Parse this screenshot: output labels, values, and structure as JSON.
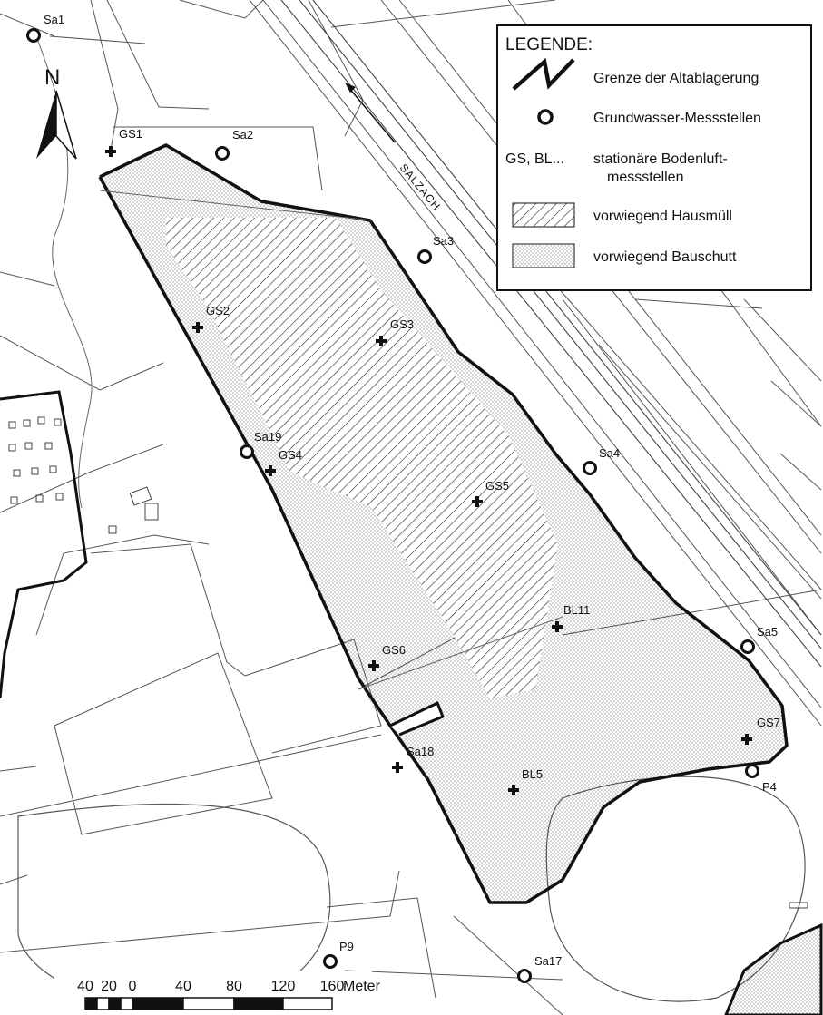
{
  "legend": {
    "title": "LEGENDE:",
    "items": [
      {
        "symbol": "boundary-line",
        "label": "Grenze der Altablagerung"
      },
      {
        "symbol": "circle",
        "label": "Grundwasser-Messstellen"
      },
      {
        "symbol": "text",
        "symbol_text": "GS, BL...",
        "label": "stationäre Bodenluft-",
        "label2": "messstellen"
      },
      {
        "symbol": "hatch",
        "label": "vorwiegend Hausmüll"
      },
      {
        "symbol": "dots",
        "label": "vorwiegend Bauschutt"
      }
    ]
  },
  "north_arrow": {
    "label": "N"
  },
  "river": {
    "label": "SALZACH"
  },
  "wells": [
    {
      "name": "Sa1"
    },
    {
      "name": "Sa2"
    },
    {
      "name": "Sa3"
    },
    {
      "name": "Sa4"
    },
    {
      "name": "Sa5"
    },
    {
      "name": "Sa19"
    },
    {
      "name": "P4"
    },
    {
      "name": "P9"
    },
    {
      "name": "Sa17"
    }
  ],
  "gas_stations": [
    {
      "name": "GS1"
    },
    {
      "name": "GS2"
    },
    {
      "name": "GS3"
    },
    {
      "name": "GS4"
    },
    {
      "name": "GS5"
    },
    {
      "name": "GS6"
    },
    {
      "name": "GS7"
    },
    {
      "name": "BL11"
    },
    {
      "name": "BL5"
    },
    {
      "name": "Sa18"
    }
  ],
  "scale_bar": {
    "ticks": [
      "40",
      "20",
      "0",
      "40",
      "80",
      "120",
      "160"
    ],
    "unit": "Meter"
  },
  "colors": {
    "line": "#111111",
    "background": "#ffffff",
    "parcel": "#555555"
  }
}
